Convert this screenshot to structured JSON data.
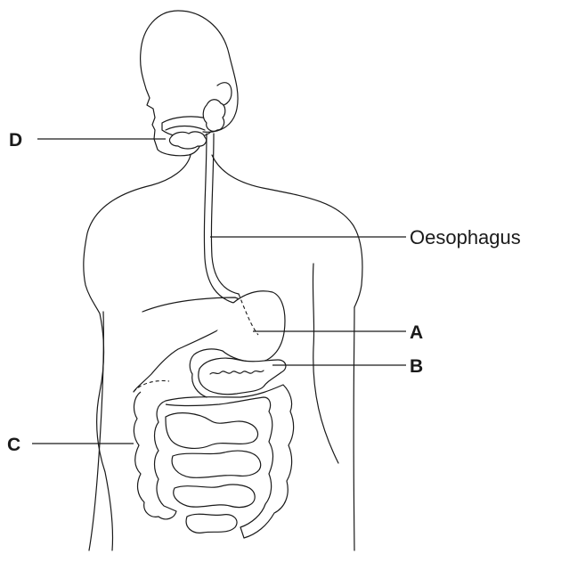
{
  "diagram": {
    "labels": {
      "d": "D",
      "oesophagus": "Oesophagus",
      "a": "A",
      "b": "B",
      "c": "C"
    },
    "colors": {
      "line": "#1a1a1a",
      "background": "#ffffff"
    }
  }
}
